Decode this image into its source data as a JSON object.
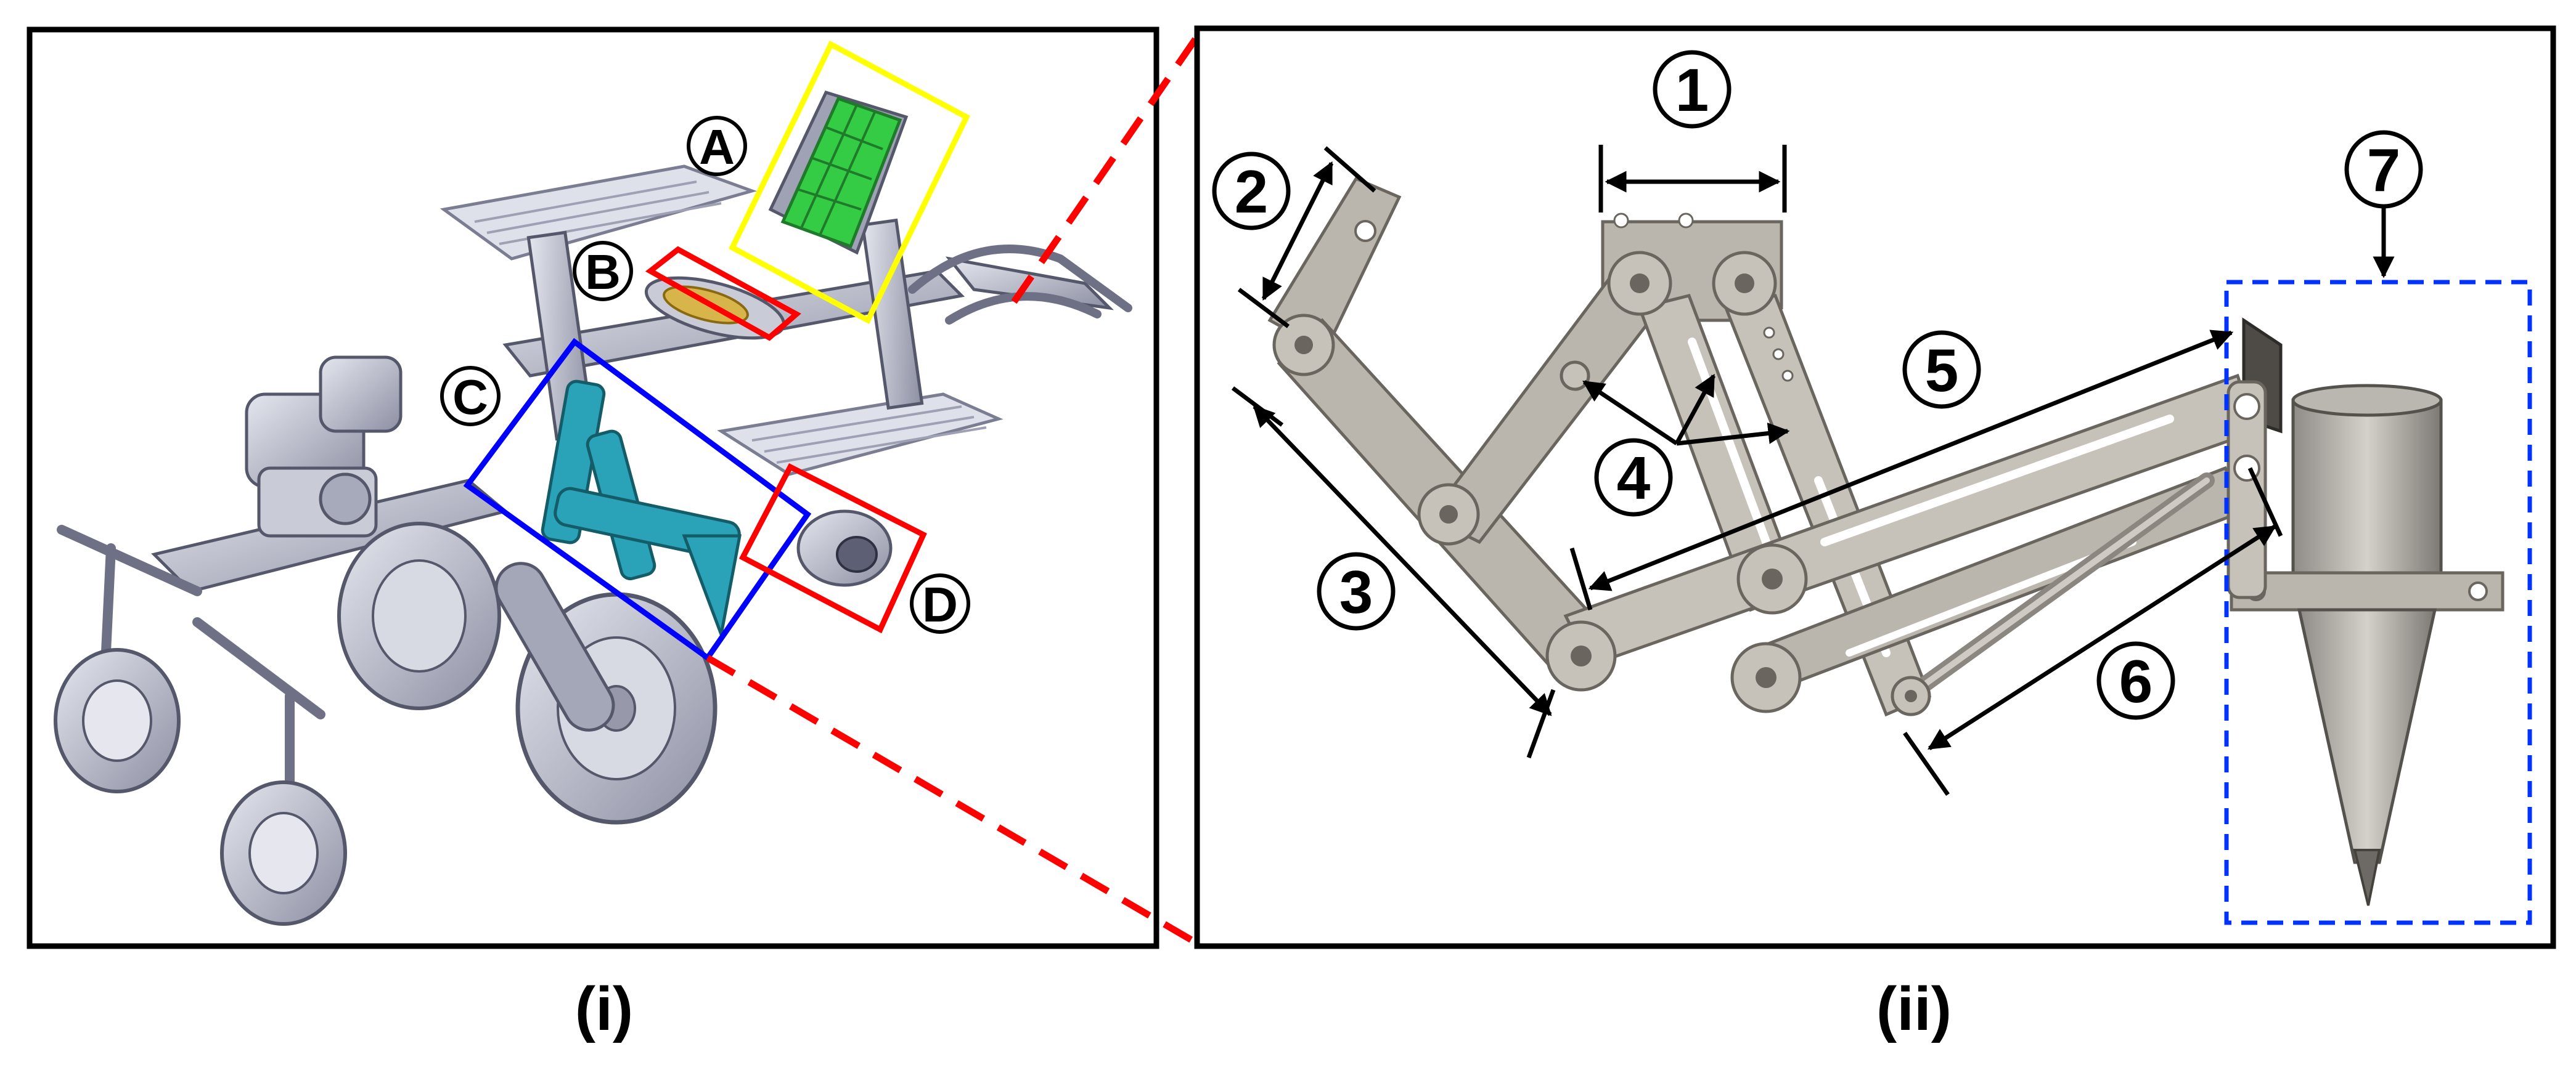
{
  "panel_left": {
    "caption": "(i)",
    "labels": {
      "a": "A",
      "b": "B",
      "c": "C",
      "d": "D"
    },
    "box_colors": {
      "a": "#ffff00",
      "b": "#ff0000",
      "c": "#0000ff",
      "d": "#ff0000"
    },
    "tray_color": "#33cc44",
    "mechanism_color": "#2aa3b8",
    "body_color": "#b9bccb"
  },
  "panel_right": {
    "caption": "(ii)",
    "labels": {
      "n1": "1",
      "n2": "2",
      "n3": "3",
      "n4": "4",
      "n5": "5",
      "n6": "6",
      "n7": "7"
    },
    "link_color": "#b8b3ab",
    "hopper_box_color": "#0033ff"
  },
  "connector_color": "#ff0000"
}
